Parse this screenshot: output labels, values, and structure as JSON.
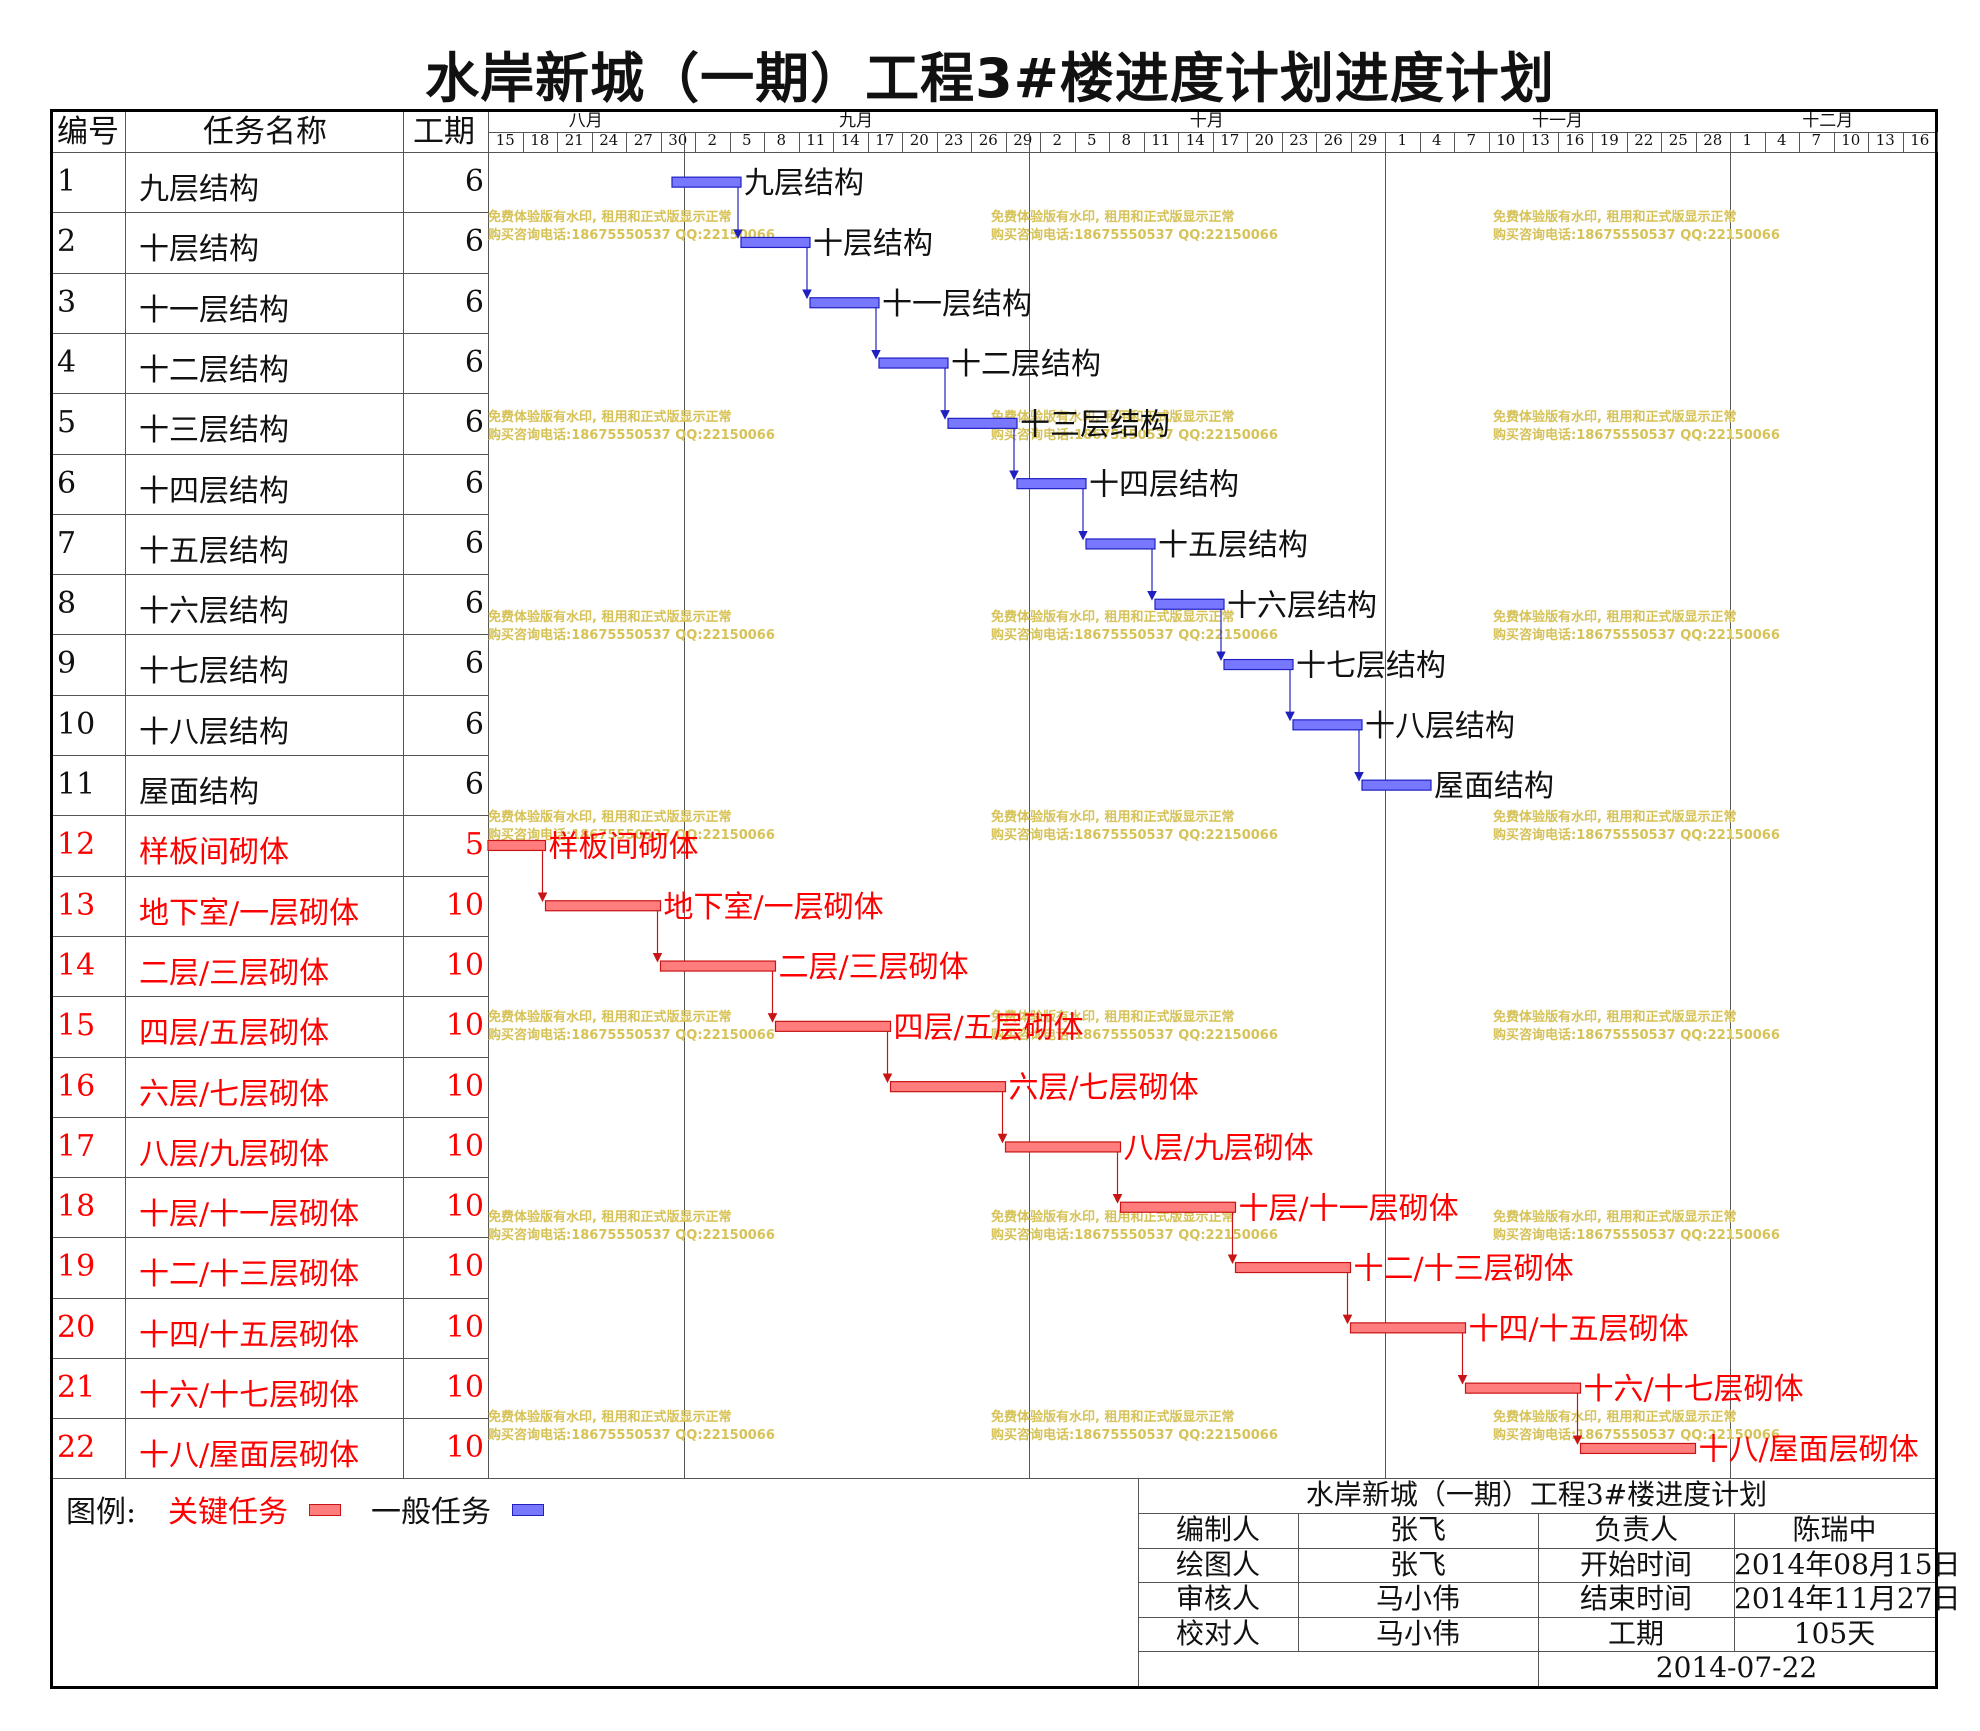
{
  "title": "水岸新城（一期）工程3#楼进度计划进度计划",
  "headers": {
    "id": "编号",
    "name": "任务名称",
    "duration": "工期"
  },
  "timeline": {
    "months": [
      "八月",
      "九月",
      "十月",
      "十一月",
      "十二月"
    ],
    "days": [
      "15",
      "18",
      "21",
      "24",
      "27",
      "30",
      "2",
      "5",
      "8",
      "11",
      "14",
      "17",
      "20",
      "23",
      "26",
      "29",
      "2",
      "5",
      "8",
      "11",
      "14",
      "17",
      "20",
      "23",
      "26",
      "29",
      "1",
      "4",
      "7",
      "10",
      "13",
      "16",
      "19",
      "22",
      "25",
      "28",
      "1",
      "4",
      "7",
      "10",
      "13",
      "16"
    ]
  },
  "tasks": [
    {
      "id": "1",
      "name": "九层结构",
      "duration": "6"
    },
    {
      "id": "2",
      "name": "十层结构",
      "duration": "6"
    },
    {
      "id": "3",
      "name": "十一层结构",
      "duration": "6"
    },
    {
      "id": "4",
      "name": "十二层结构",
      "duration": "6"
    },
    {
      "id": "5",
      "name": "十三层结构",
      "duration": "6"
    },
    {
      "id": "6",
      "name": "十四层结构",
      "duration": "6"
    },
    {
      "id": "7",
      "name": "十五层结构",
      "duration": "6"
    },
    {
      "id": "8",
      "name": "十六层结构",
      "duration": "6"
    },
    {
      "id": "9",
      "name": "十七层结构",
      "duration": "6"
    },
    {
      "id": "10",
      "name": "十八层结构",
      "duration": "6"
    },
    {
      "id": "11",
      "name": "屋面结构",
      "duration": "6"
    },
    {
      "id": "12",
      "name": "样板间砌体",
      "duration": "5"
    },
    {
      "id": "13",
      "name": "地下室/一层砌体",
      "duration": "10"
    },
    {
      "id": "14",
      "name": "二层/三层砌体",
      "duration": "10"
    },
    {
      "id": "15",
      "name": "四层/五层砌体",
      "duration": "10"
    },
    {
      "id": "16",
      "name": "六层/七层砌体",
      "duration": "10"
    },
    {
      "id": "17",
      "name": "八层/九层砌体",
      "duration": "10"
    },
    {
      "id": "18",
      "name": "十层/十一层砌体",
      "duration": "10"
    },
    {
      "id": "19",
      "name": "十二/十三层砌体",
      "duration": "10"
    },
    {
      "id": "20",
      "name": "十四/十五层砌体",
      "duration": "10"
    },
    {
      "id": "21",
      "name": "十六/十七层砌体",
      "duration": "10"
    },
    {
      "id": "22",
      "name": "十八/屋面层砌体",
      "duration": "10"
    }
  ],
  "chart_data": {
    "type": "gantt",
    "title": "水岸新城（一期）工程3#楼进度计划进度计划",
    "x_axis": {
      "start": "2014-08-15",
      "end": "2014-12-18",
      "tick_step_days": 3
    },
    "bars": [
      {
        "task": "九层结构",
        "start": "2014-08-31",
        "end": "2014-09-06",
        "kind": "一般任务"
      },
      {
        "task": "十层结构",
        "start": "2014-09-06",
        "end": "2014-09-12",
        "kind": "一般任务"
      },
      {
        "task": "十一层结构",
        "start": "2014-09-12",
        "end": "2014-09-18",
        "kind": "一般任务"
      },
      {
        "task": "十二层结构",
        "start": "2014-09-18",
        "end": "2014-09-24",
        "kind": "一般任务"
      },
      {
        "task": "十三层结构",
        "start": "2014-09-24",
        "end": "2014-09-30",
        "kind": "一般任务"
      },
      {
        "task": "十四层结构",
        "start": "2014-09-30",
        "end": "2014-10-06",
        "kind": "一般任务"
      },
      {
        "task": "十五层结构",
        "start": "2014-10-06",
        "end": "2014-10-12",
        "kind": "一般任务"
      },
      {
        "task": "十六层结构",
        "start": "2014-10-12",
        "end": "2014-10-18",
        "kind": "一般任务"
      },
      {
        "task": "十七层结构",
        "start": "2014-10-18",
        "end": "2014-10-24",
        "kind": "一般任务"
      },
      {
        "task": "十八层结构",
        "start": "2014-10-24",
        "end": "2014-10-30",
        "kind": "一般任务"
      },
      {
        "task": "屋面结构",
        "start": "2014-10-30",
        "end": "2014-11-05",
        "kind": "一般任务"
      },
      {
        "task": "样板间砌体",
        "start": "2014-08-15",
        "end": "2014-08-20",
        "kind": "关键任务"
      },
      {
        "task": "地下室/一层砌体",
        "start": "2014-08-20",
        "end": "2014-08-30",
        "kind": "关键任务"
      },
      {
        "task": "二层/三层砌体",
        "start": "2014-08-30",
        "end": "2014-09-09",
        "kind": "关键任务"
      },
      {
        "task": "四层/五层砌体",
        "start": "2014-09-09",
        "end": "2014-09-19",
        "kind": "关键任务"
      },
      {
        "task": "六层/七层砌体",
        "start": "2014-09-19",
        "end": "2014-09-29",
        "kind": "关键任务"
      },
      {
        "task": "八层/九层砌体",
        "start": "2014-09-29",
        "end": "2014-10-09",
        "kind": "关键任务"
      },
      {
        "task": "十层/十一层砌体",
        "start": "2014-10-09",
        "end": "2014-10-19",
        "kind": "关键任务"
      },
      {
        "task": "十二/十三层砌体",
        "start": "2014-10-19",
        "end": "2014-10-29",
        "kind": "关键任务"
      },
      {
        "task": "十四/十五层砌体",
        "start": "2014-10-29",
        "end": "2014-11-08",
        "kind": "关键任务"
      },
      {
        "task": "十六/十七层砌体",
        "start": "2014-11-08",
        "end": "2014-11-18",
        "kind": "关键任务"
      },
      {
        "task": "十八/屋面层砌体",
        "start": "2014-11-18",
        "end": "2014-11-28",
        "kind": "关键任务"
      }
    ],
    "colors": {
      "critical": "#ff7d7d",
      "normal": "#7878ff",
      "critical_text": "#ff0000"
    },
    "legend_position": "bottom-left"
  },
  "legend": {
    "label": "图例:",
    "critical": "关键任务",
    "normal": "一般任务"
  },
  "watermark": {
    "line1": "免费体验版有水印, 租用和正式版显示正常",
    "line2": "购买咨询电话:18675550537 QQ:22150066"
  },
  "info_table": {
    "title": "水岸新城（一期）工程3#楼进度计划",
    "rows": [
      [
        "编制人",
        "张飞",
        "负责人",
        "陈瑞中"
      ],
      [
        "绘图人",
        "张飞",
        "开始时间",
        "2014年08月15日"
      ],
      [
        "审核人",
        "马小伟",
        "结束时间",
        "2014年11月27日"
      ],
      [
        "校对人",
        "马小伟",
        "工期",
        "105天"
      ]
    ],
    "date": "2014-07-22"
  }
}
